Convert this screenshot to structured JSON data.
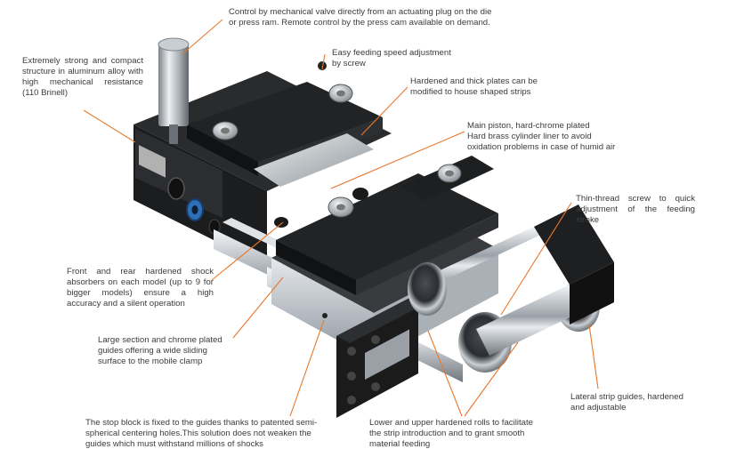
{
  "colors": {
    "leader": "#e8782c",
    "text": "#3c3c3c",
    "plate": "#1b1b1c",
    "aluminium": "#c8cdd2",
    "chrome": "#d5dadf",
    "blue_port": "#2f6fb8"
  },
  "annotations": [
    {
      "id": "actuation",
      "text": "Control by mechanical valve directly from an actuating plug on the die\nor press ram. Remote control by the press cam available on demand."
    },
    {
      "id": "structure",
      "text": "Extremely strong and compact structure in aluminum alloy with high mechanical resistance (110 Brinell)"
    },
    {
      "id": "speed",
      "text": "Easy feeding speed adjustment\nby screw"
    },
    {
      "id": "plates",
      "text": "Hardened and thick plates can be\nmodified to house shaped strips"
    },
    {
      "id": "piston",
      "text": "Main piston, hard-chrome plated\nHard brass cylinder liner to avoid\noxidation problems in case of humid air"
    },
    {
      "id": "thread_screw",
      "text": "Thin-thread screw to quick adjustment of the feeding stroke"
    },
    {
      "id": "shock_absorbers",
      "text": "Front and rear hardened shock absorbers on each model (up to 9 for bigger models) ensure a high accuracy and a silent operation"
    },
    {
      "id": "guides",
      "text": "Large section and chrome plated\nguides offering a wide sliding\nsurface to the mobile clamp"
    },
    {
      "id": "strip_guides",
      "text": "Lateral strip guides, hardened\nand adjustable"
    },
    {
      "id": "stop_block",
      "text": "The stop block is fixed to the guides thanks to patented semi-\nspherical centering holes.This solution does not weaken the\nguides which must withstand millions of shocks"
    },
    {
      "id": "rolls",
      "text": "Lower and upper hardened rolls to facilitate\nthe strip introduction and to grant smooth\nmaterial feeding"
    }
  ]
}
